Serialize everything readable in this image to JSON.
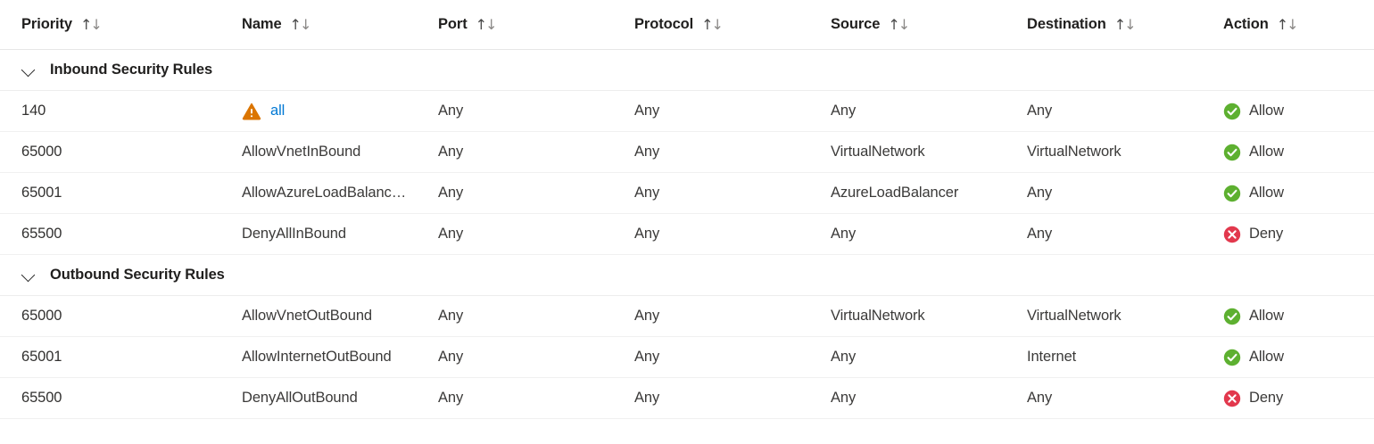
{
  "table": {
    "columns": [
      {
        "key": "priority",
        "label": "Priority",
        "sort_icon": "sort-arrows-icon"
      },
      {
        "key": "name",
        "label": "Name",
        "sort_icon": "sort-arrows-icon"
      },
      {
        "key": "port",
        "label": "Port",
        "sort_icon": "sort-arrows-icon"
      },
      {
        "key": "protocol",
        "label": "Protocol",
        "sort_icon": "sort-arrows-icon"
      },
      {
        "key": "source",
        "label": "Source",
        "sort_icon": "sort-arrows-icon"
      },
      {
        "key": "destination",
        "label": "Destination",
        "sort_icon": "sort-arrows-icon"
      },
      {
        "key": "action",
        "label": "Action",
        "sort_icon": "sort-arrows-icon"
      }
    ],
    "sort_arrow_up": "↑",
    "sort_arrow_down": "↓",
    "groups": [
      {
        "label": "Inbound Security Rules",
        "expanded": true,
        "chevron_icon": "chevron-down-icon",
        "rows": [
          {
            "priority": "140",
            "name": "all",
            "name_is_link": true,
            "warning_icon": "warning-triangle-icon",
            "port": "Any",
            "protocol": "Any",
            "source": "Any",
            "destination": "Any",
            "action": "Allow",
            "action_icon": "check-circle-icon"
          },
          {
            "priority": "65000",
            "name": "AllowVnetInBound",
            "name_is_link": false,
            "warning_icon": null,
            "port": "Any",
            "protocol": "Any",
            "source": "VirtualNetwork",
            "destination": "VirtualNetwork",
            "action": "Allow",
            "action_icon": "check-circle-icon"
          },
          {
            "priority": "65001",
            "name": "AllowAzureLoadBalanc…",
            "name_is_link": false,
            "warning_icon": null,
            "port": "Any",
            "protocol": "Any",
            "source": "AzureLoadBalancer",
            "destination": "Any",
            "action": "Allow",
            "action_icon": "check-circle-icon"
          },
          {
            "priority": "65500",
            "name": "DenyAllInBound",
            "name_is_link": false,
            "warning_icon": null,
            "port": "Any",
            "protocol": "Any",
            "source": "Any",
            "destination": "Any",
            "action": "Deny",
            "action_icon": "x-circle-icon"
          }
        ]
      },
      {
        "label": "Outbound Security Rules",
        "expanded": true,
        "chevron_icon": "chevron-down-icon",
        "rows": [
          {
            "priority": "65000",
            "name": "AllowVnetOutBound",
            "name_is_link": false,
            "warning_icon": null,
            "port": "Any",
            "protocol": "Any",
            "source": "VirtualNetwork",
            "destination": "VirtualNetwork",
            "action": "Allow",
            "action_icon": "check-circle-icon"
          },
          {
            "priority": "65001",
            "name": "AllowInternetOutBound",
            "name_is_link": false,
            "warning_icon": null,
            "port": "Any",
            "protocol": "Any",
            "source": "Any",
            "destination": "Internet",
            "action": "Allow",
            "action_icon": "check-circle-icon"
          },
          {
            "priority": "65500",
            "name": "DenyAllOutBound",
            "name_is_link": false,
            "warning_icon": null,
            "port": "Any",
            "protocol": "Any",
            "source": "Any",
            "destination": "Any",
            "action": "Deny",
            "action_icon": "x-circle-icon"
          }
        ]
      }
    ]
  },
  "colors": {
    "allow_green": "#5DB030",
    "deny_red": "#E2384D",
    "warning_orange": "#DB7500",
    "link_blue": "#0078D4",
    "text_primary": "#323130",
    "divider": "#F0F0F0"
  }
}
